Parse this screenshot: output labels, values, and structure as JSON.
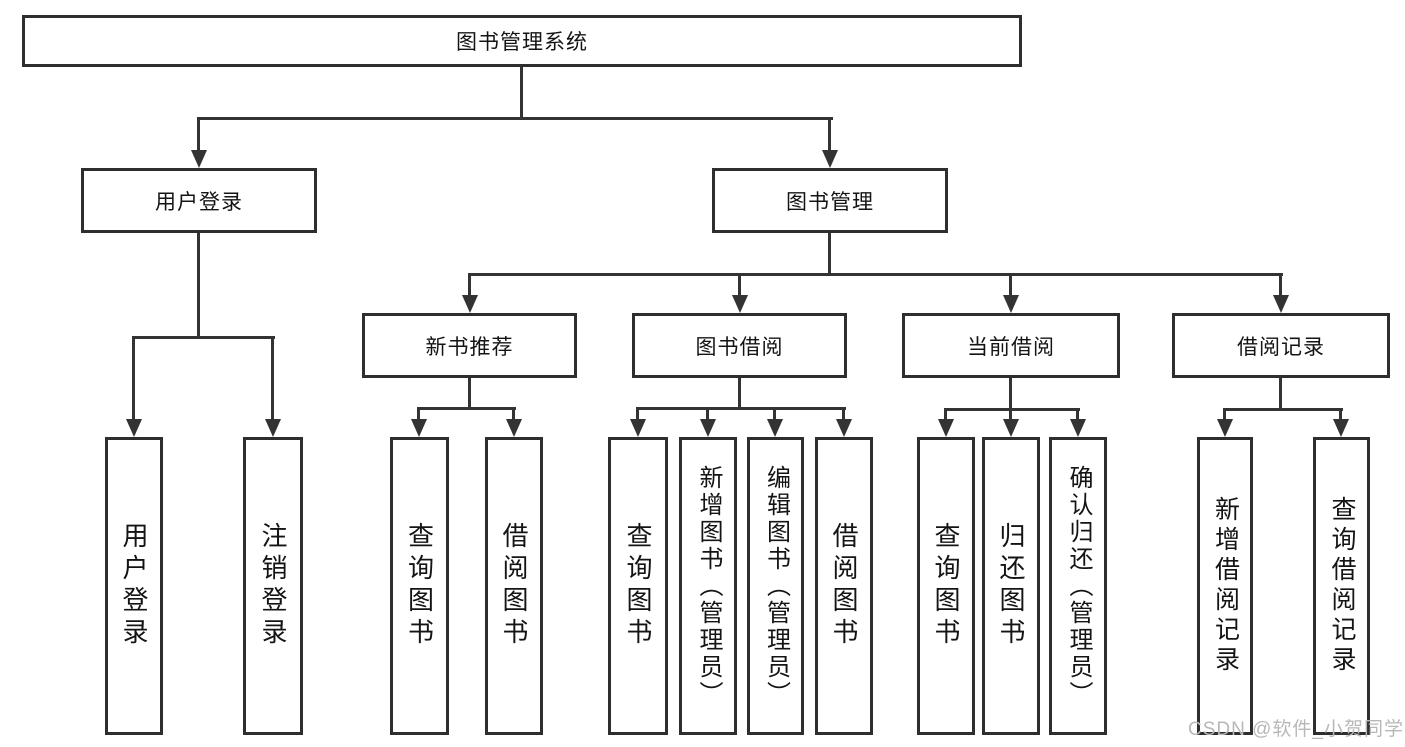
{
  "tree": {
    "root": "图书管理系统",
    "level2": [
      "用户登录",
      "图书管理"
    ],
    "level3": [
      "新书推荐",
      "图书借阅",
      "当前借阅",
      "借阅记录"
    ],
    "leaves": {
      "user": [
        "用户登录",
        "注销登录"
      ],
      "recommend": [
        "查询图书",
        "借阅图书"
      ],
      "borrow": [
        "查询图书",
        "新增图书（管理员）",
        "编辑图书（管理员）",
        "借阅图书"
      ],
      "current": [
        "查询图书",
        "归还图书",
        "确认归还（管理员）"
      ],
      "records": [
        "新增借阅记录",
        "查询借阅记录"
      ]
    }
  },
  "watermark": "CSDN @软件_小贺同学",
  "colors": {
    "line": "#333333",
    "border": "#2e2e2e",
    "text": "#141414",
    "watermark": "#b8b8b8"
  }
}
